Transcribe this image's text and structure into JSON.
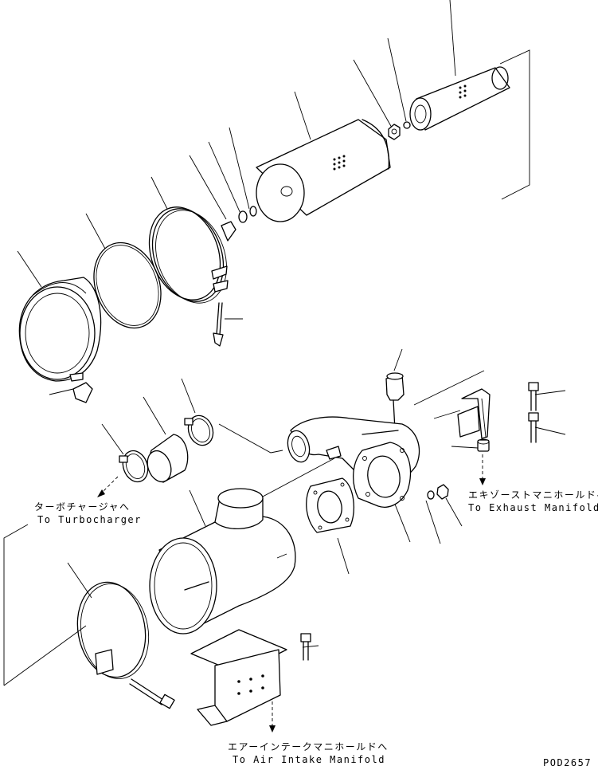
{
  "labels": {
    "turbo_jp": "ターボチャージャへ",
    "turbo_en": "To Turbocharger",
    "exhaust_jp": "エキゾーストマニホールドへ",
    "exhaust_en": "To Exhaust Manifold",
    "intake_jp": "エアーインテークマニホールドへ",
    "intake_en": "To Air Intake Manifold",
    "drawing_code": "POD2657"
  }
}
